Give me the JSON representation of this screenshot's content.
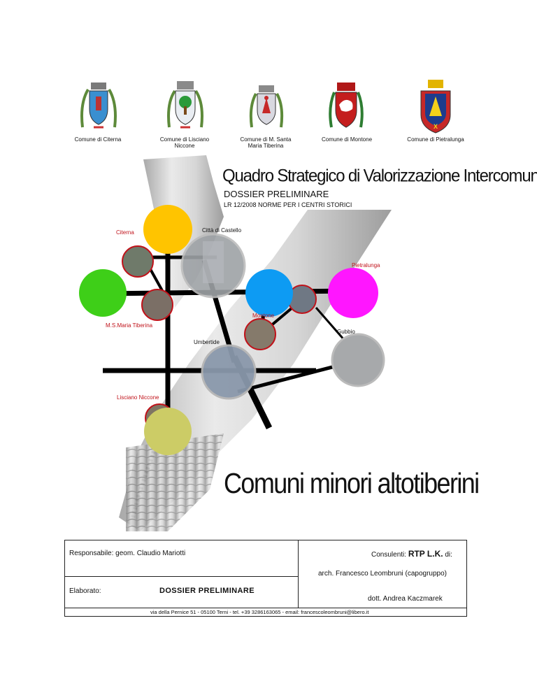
{
  "municipalities": [
    {
      "label_line1": "Comune di Citerna",
      "label_line2": ""
    },
    {
      "label_line1": "Comune di Lisciano",
      "label_line2": "Niccone"
    },
    {
      "label_line1": "Comune di M. Santa",
      "label_line2": "Maria Tiberina"
    },
    {
      "label_line1": "Comune di Montone",
      "label_line2": ""
    },
    {
      "label_line1": "Comune di Pietralunga",
      "label_line2": ""
    }
  ],
  "header": {
    "title": "Quadro Strategico di Valorizzazione Intercomunale",
    "subtitle": "DOSSIER PRELIMINARE",
    "law": "LR 12/2008 NORME PER I CENTRI STORICI"
  },
  "map": {
    "places": {
      "citerna": "Citerna",
      "citta_di_castello": "Città di Castello",
      "pietralunga": "Pietralunga",
      "montone": "Montone",
      "ms_maria_tiberina": "M.S.Maria Tiberina",
      "gubbio": "Gubbio",
      "umbertide": "Umbertide",
      "lisciano_niccone": "Lisciano Niccone"
    },
    "colors": {
      "yellow": "#ffc400",
      "green": "#3ecf18",
      "blue": "#0d9bf3",
      "magenta": "#ff16ff",
      "olive": "#cccc66",
      "label_red": "#c0121a"
    }
  },
  "main_title": "Comuni minori altotiberini",
  "footer": {
    "responsabile": "Responsabile: geom. Claudio Mariotti",
    "consulenti_prefix": "Consulenti:",
    "consulenti_firm": "RTP L.K.",
    "consulenti_suffix": "di:",
    "consultant1": "arch. Francesco Leombruni (capogruppo)",
    "consultant2": "dott. Andrea Kaczmarek",
    "elaborato_label": "Elaborato:",
    "elaborato_value": "DOSSIER PRELIMINARE",
    "address": "via della Pernice 51 - 05100 Terni - tel. +39 3286163065 - email: francescoleombruni@libero.it"
  }
}
